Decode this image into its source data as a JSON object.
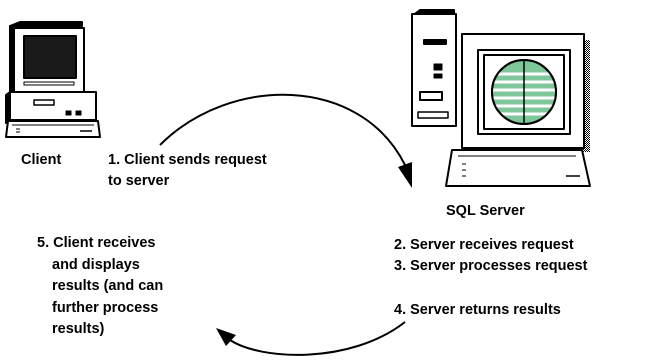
{
  "labels": {
    "client": "Client",
    "sql_server": "SQL Server",
    "step1": [
      "1. Client sends request",
      "to server"
    ],
    "steps_2_3": [
      "2. Server receives request",
      "3. Server processes request"
    ],
    "step4": "4. Server returns results",
    "step5": [
      "5. Client receives",
      "and displays",
      "results (and can",
      "further process",
      "results)"
    ]
  },
  "icons": {
    "client_computer": "desktop-computer-icon",
    "server_tower": "server-tower-icon",
    "server_monitor": "monitor-with-database-icon"
  },
  "colors": {
    "stroke": "#000000",
    "background": "#ffffff",
    "screen": "#1a1a1a",
    "database_disc": "#7fc79a",
    "database_stripe": "#ffffff"
  }
}
